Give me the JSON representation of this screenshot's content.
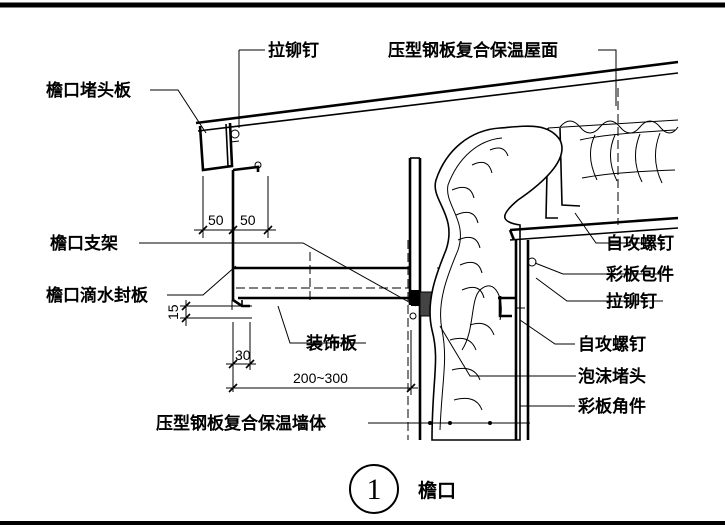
{
  "labels": {
    "rivet_top": "拉铆钉",
    "roof_panel": "压型钢板复合保温屋面",
    "eave_end_board": "檐口堵头板",
    "self_tap_screw_top": "自攻螺钉",
    "color_wrap": "彩板包件",
    "eave_bracket": "檐口支架",
    "rivet_right": "拉铆钉",
    "drip_board": "檐口滴水封板",
    "decor_board": "装饰板",
    "self_tap_screw_bottom": "自攻螺钉",
    "foam_plug": "泡沫堵头",
    "color_corner": "彩板角件",
    "wall_panel": "压型钢板复合保温墙体"
  },
  "dimensions": {
    "d50_left": "50",
    "d50_right": "50",
    "d15": "15",
    "d30": "30",
    "d200_300": "200~300"
  },
  "detail": {
    "number": "1",
    "title": "檐口"
  }
}
